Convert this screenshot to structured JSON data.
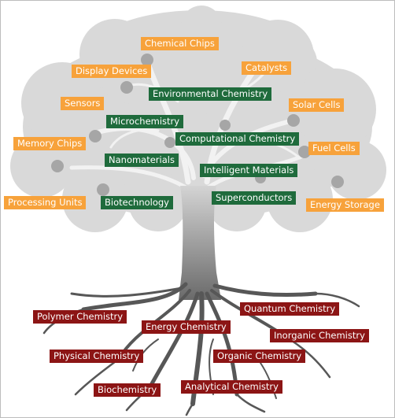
{
  "colors": {
    "fruit": "#f7a23b",
    "trunk": "#1f6b3c",
    "root": "#8c1515",
    "canopy": "#d9d9d9",
    "apple": "#a6a6a6",
    "roots": "#575757"
  },
  "fruit_labels": [
    "Chemical Chips",
    "Display Devices",
    "Catalysts",
    "Sensors",
    "Solar Cells",
    "Memory Chips",
    "Fuel Cells",
    "Processing Units",
    "Energy Storage"
  ],
  "trunk_labels": [
    "Environmental Chemistry",
    "Microchemistry",
    "Computational Chemistry",
    "Nanomaterials",
    "Intelligent Materials",
    "Biotechnology",
    "Superconductors"
  ],
  "root_labels": [
    "Quantum Chemistry",
    "Polymer Chemistry",
    "Energy Chemistry",
    "Inorganic Chemistry",
    "Physical Chemistry",
    "Organic Chemistry",
    "Analytical Chemistry",
    "Biochemistry"
  ]
}
